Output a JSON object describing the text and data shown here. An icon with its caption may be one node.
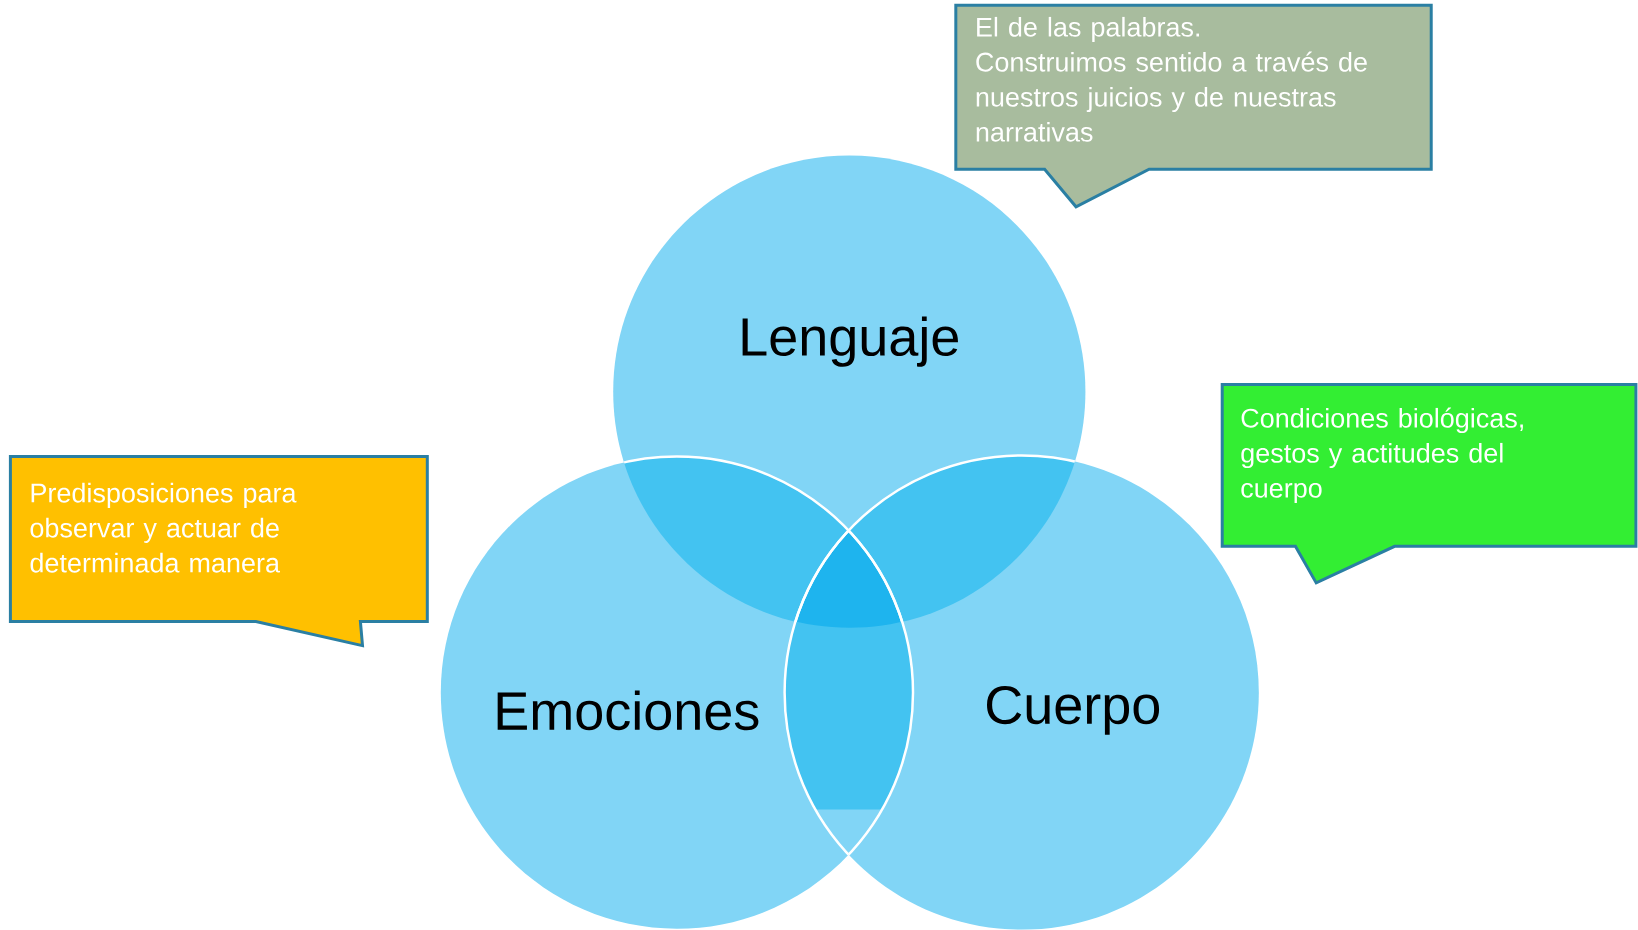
{
  "diagram": {
    "nodes": [
      {
        "text": [
          "Lenguaje"
        ]
      },
      {
        "text": [
          "Emociones"
        ]
      },
      {
        "text": [
          "Cuerpo"
        ]
      },
      {
        "text": [
          "El de las palabras.",
          "Construimos sentido a través de nuestros juicios y de nuestras narrativas"
        ]
      },
      {
        "text": [
          "Condiciones biológicas, gestos y actitudes del cuerpo"
        ]
      },
      {
        "text": [
          "Predisposiciones para observar y actuar de determinada manera"
        ]
      }
    ]
  }
}
